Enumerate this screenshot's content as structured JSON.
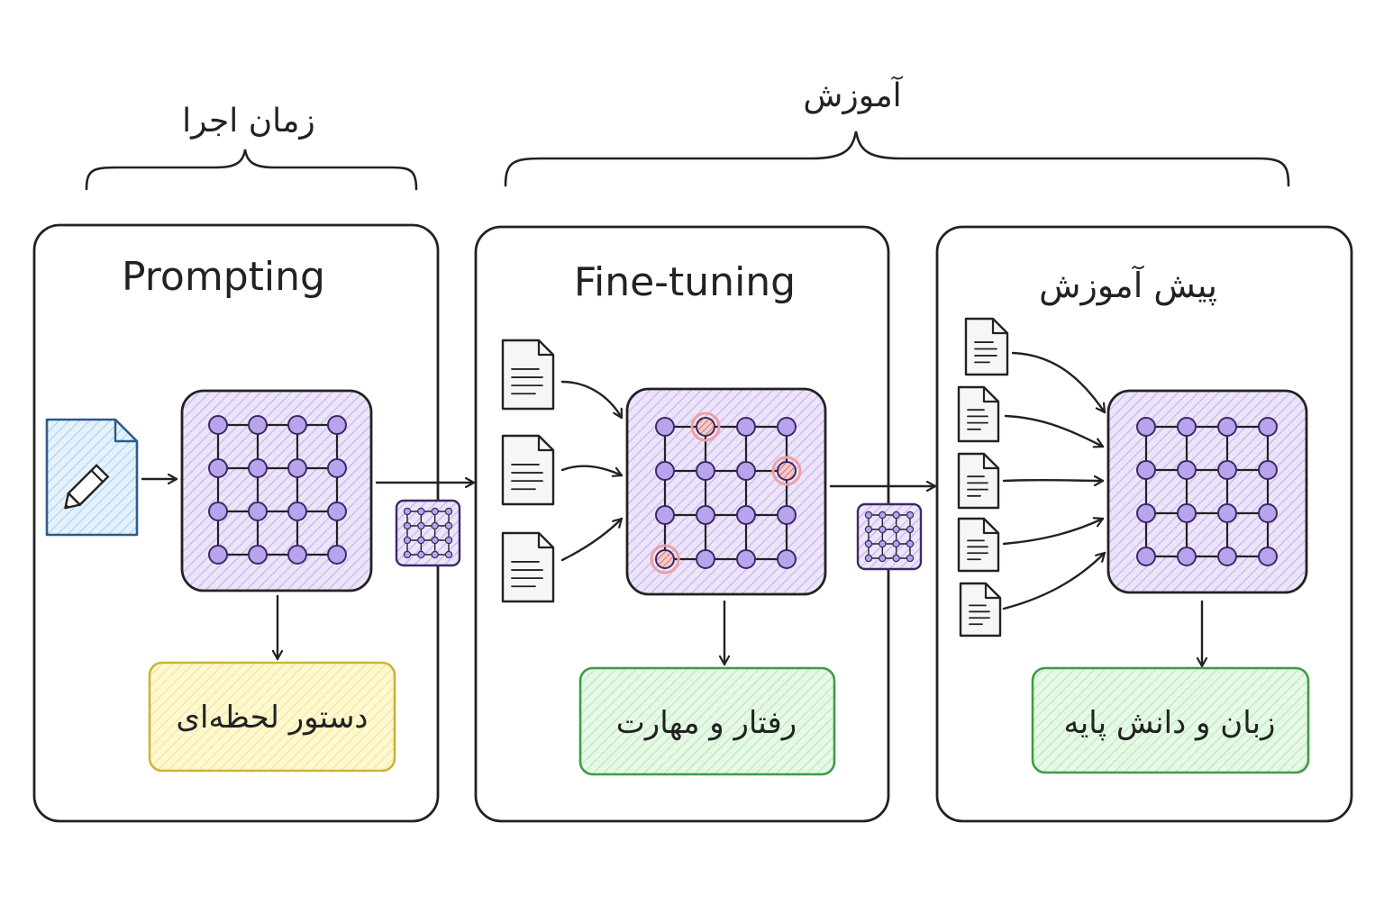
{
  "groups": {
    "runtime": "زمان اجرا",
    "training": "آموزش"
  },
  "panels": {
    "prompting": {
      "title": "Prompting",
      "result": "دستور لحظه‌ای"
    },
    "finetuning": {
      "title": "Fine-tuning",
      "result": "رفتار و مهارت"
    },
    "pretraining": {
      "title": "پیش آموزش",
      "result": "زبان و دانش پایه"
    }
  },
  "colors": {
    "stroke": "#222222",
    "network_fill": "#d9cdf2",
    "node": "#b9a3ec",
    "node_stroke": "#3b2a66",
    "highlight": "#f2a6a6",
    "prompt_doc": "#cfe6f7",
    "prompt_doc_stroke": "#2b5c8a",
    "yellow_box": "#fbf3b8",
    "yellow_stroke": "#c9b43a",
    "green_box": "#d8f3d8",
    "green_stroke": "#3f9a4a"
  },
  "icons": {
    "prompt": "pencil-document-icon",
    "data": "document-icon",
    "model": "neural-grid-icon"
  }
}
